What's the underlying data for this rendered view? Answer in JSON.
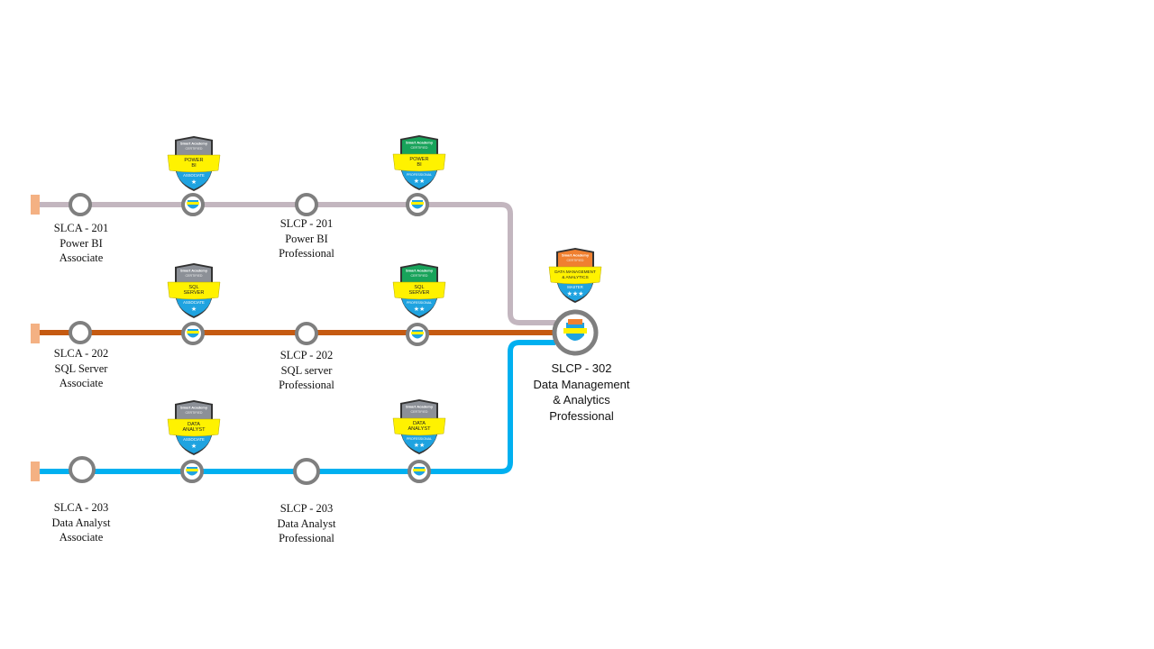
{
  "colors": {
    "track_power_bi": "#C3B6BF",
    "track_sql_server": "#C55A11",
    "track_data_analyst": "#00B0F0",
    "track_start_cap": "#F4B183",
    "node_ring": "#7F7F7F",
    "badge_gray_top": "#8C9097",
    "badge_green_top": "#17A35A",
    "badge_orange_top": "#F08030",
    "badge_ribbon": "#FFF200",
    "badge_bottom": "#1FA3E0"
  },
  "tracks": [
    {
      "id": "power-bi",
      "associate": {
        "lines": [
          "SLCA - 201",
          "Power BI",
          "Associate"
        ]
      },
      "professional": {
        "lines": [
          "SLCP - 201",
          "Power BI",
          "Professional"
        ]
      },
      "badge_associate": {
        "header": "Smart Academy",
        "subheader": "CERTIFIED",
        "title": [
          "POWER",
          "BI"
        ],
        "level": "ASSOCIATE",
        "stars": 1,
        "icon": "shield-badge-icon"
      },
      "badge_professional": {
        "header": "Smart Academy",
        "subheader": "CERTIFIED",
        "title": [
          "POWER",
          "BI"
        ],
        "level": "PROFESSIONAL",
        "stars": 2,
        "icon": "shield-badge-icon"
      }
    },
    {
      "id": "sql-server",
      "associate": {
        "lines": [
          "SLCA - 202",
          "SQL Server",
          "Associate"
        ]
      },
      "professional": {
        "lines": [
          "SLCP - 202",
          "SQL server",
          "Professional"
        ]
      },
      "badge_associate": {
        "header": "Smart Academy",
        "subheader": "CERTIFIED",
        "title": [
          "SQL",
          "SERVER"
        ],
        "level": "ASSOCIATE",
        "stars": 1,
        "icon": "shield-badge-icon"
      },
      "badge_professional": {
        "header": "Smart Academy",
        "subheader": "CERTIFIED",
        "title": [
          "SQL",
          "SERVER"
        ],
        "level": "PROFESSIONAL",
        "stars": 2,
        "icon": "shield-badge-icon"
      }
    },
    {
      "id": "data-analyst",
      "associate": {
        "lines": [
          "SLCA - 203",
          "Data Analyst",
          "Associate"
        ]
      },
      "professional": {
        "lines": [
          "SLCP - 203",
          "Data Analyst",
          "Professional"
        ]
      },
      "badge_associate": {
        "header": "Smart Academy",
        "subheader": "CERTIFIED",
        "title": [
          "DATA",
          "ANALYST"
        ],
        "level": "ASSOCIATE",
        "stars": 1,
        "icon": "shield-badge-icon"
      },
      "badge_professional": {
        "header": "Smart Academy",
        "subheader": "CERTIFIED",
        "title": [
          "DATA",
          "ANALYST"
        ],
        "level": "PROFESSIONAL",
        "stars": 2,
        "icon": "shield-badge-icon"
      }
    }
  ],
  "final": {
    "lines": [
      "SLCP - 302",
      "Data Management",
      "& Analytics",
      "Professional"
    ],
    "badge": {
      "header": "Smart Academy",
      "subheader": "CERTIFIED",
      "title": [
        "DATA MANAGEMENT",
        "& ANALYTICS"
      ],
      "level": "MASTER",
      "stars": 3,
      "icon": "shield-badge-icon"
    }
  }
}
